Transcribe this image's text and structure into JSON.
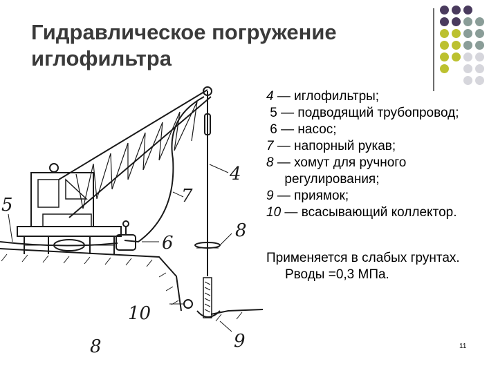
{
  "title": {
    "line1": "Гидравлическое погружение",
    "line2": "иглофильтра"
  },
  "dot_palette": [
    "#4a3b5e",
    "#8a9d98",
    "#bcc12f",
    "#d6d6dc"
  ],
  "legend": [
    {
      "num": "4",
      "text": " — иглофильтры;"
    },
    {
      "num": " 5",
      "text": " — подводящий трубопровод;"
    },
    {
      "num": " 6",
      "text": " — насос;"
    },
    {
      "num": "7",
      "text": " — напорный рукав;"
    },
    {
      "num": "8",
      "text": " — хомут для ручного"
    },
    {
      "num": "",
      "text": "     регулирования;"
    },
    {
      "num": "9",
      "text": " — приямок;"
    },
    {
      "num": "10",
      "text": " — всасывающий коллектор."
    }
  ],
  "note": {
    "line1": "Применяется в слабых грунтах.",
    "line2": "Рводы =0,3 МПа."
  },
  "figure_labels": {
    "l4": "4",
    "l5": "5",
    "l6": "6",
    "l7": "7",
    "l8": "8",
    "l9": "9",
    "l10": "10",
    "lB": "8"
  },
  "page_number": "11"
}
